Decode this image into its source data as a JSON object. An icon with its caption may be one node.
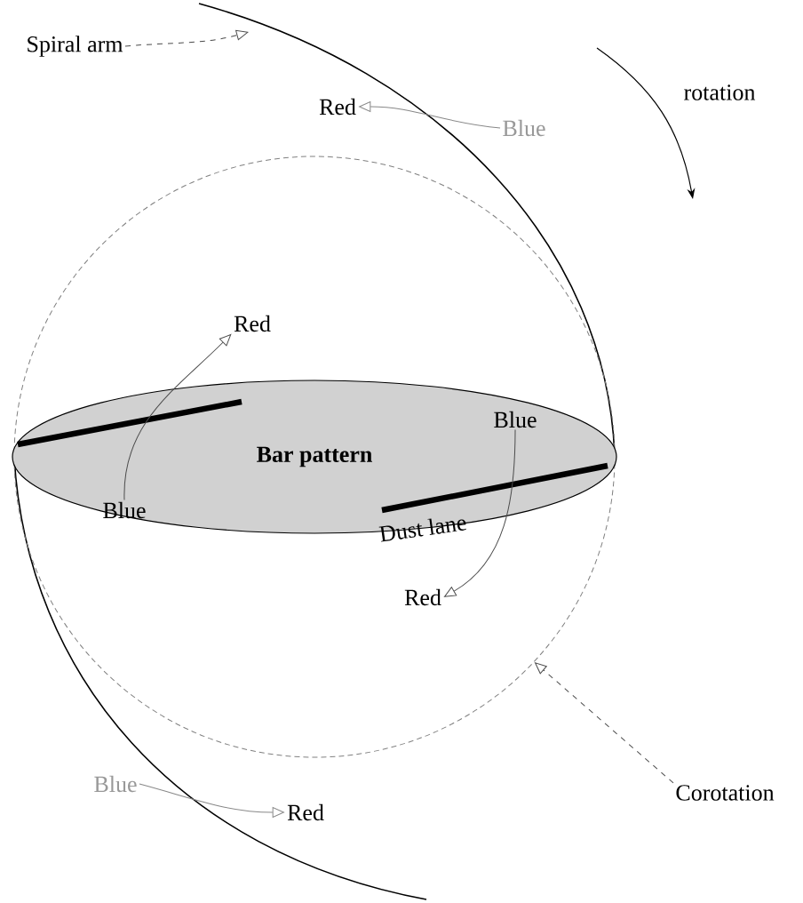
{
  "diagram": {
    "nodes": [
      {
        "text": [
          "Spiral arm"
        ]
      },
      {
        "text": [
          "Red"
        ]
      },
      {
        "text": [
          "Blue"
        ]
      },
      {
        "text": [],
        "shape": "circle"
      },
      {
        "text": [
          "Bar pattern"
        ],
        "in": 3
      },
      {
        "text": [
          "Red"
        ],
        "in": 3
      },
      {
        "text": [
          "Blue"
        ],
        "in": 4
      },
      {
        "text": [
          "Blue"
        ],
        "in": 4
      },
      {
        "text": [
          "Red"
        ],
        "in": 3
      },
      {
        "text": [
          "Corotation"
        ]
      },
      {
        "text": [
          "Blue"
        ]
      },
      {
        "text": [
          "Red"
        ]
      }
    ],
    "edges": [
      {
        "from": 0,
        "to": null,
        "arrow": "to",
        "style": "dashed"
      },
      {
        "from": 2,
        "to": 1,
        "arrow": "to",
        "color": "#888888"
      },
      {
        "from": 6,
        "to": 5,
        "arrow": "to"
      },
      {
        "from": 7,
        "to": 8,
        "arrow": "to"
      },
      {
        "from": 9,
        "to": 3,
        "arrow": "to",
        "style": "dashed"
      },
      {
        "from": 10,
        "to": 11,
        "arrow": "to",
        "color": "#888888"
      }
    ],
    "labels": [
      "rotation",
      "Dust lane"
    ]
  }
}
